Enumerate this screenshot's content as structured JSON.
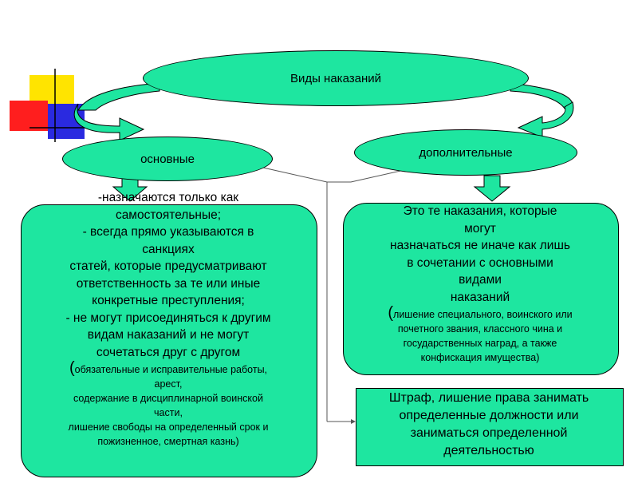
{
  "diagram": {
    "top_node": "Виды наказаний",
    "left_node": "основные",
    "right_node": "дополнительные",
    "left_box": {
      "lines": [
        "-назначаются только как",
        "самостоятельные;",
        "- всегда прямо указываются в",
        "санкциях",
        "статей, которые предусматривают",
        "ответственность за те или иные",
        "конкретные преступления;",
        "- не могут присоединяться к другим",
        "видам наказаний и не могут",
        "сочетаться друг с другом"
      ],
      "note_paren": "(",
      "note_lines": [
        "обязательные и исправительные работы,",
        "арест,",
        "содержание в дисциплинарной воинской",
        "части,",
        "лишение свободы на определенный срок и",
        "пожизненное, смертная казнь)"
      ]
    },
    "right_box": {
      "lines": [
        "Это те наказания, которые",
        "могут",
        "назначаться не иначе как лишь",
        "в сочетании с основными",
        "видами",
        "наказаний"
      ],
      "note_paren": "(",
      "note_lines": [
        "лишение специального, воинского или",
        "почетного звания, классного чина и",
        "государственных наград, а также",
        "конфискация имущества)"
      ]
    },
    "bottom_right_box": {
      "lines": [
        "Штраф, лишение права занимать",
        "определенные должности или",
        "заниматься определенной",
        "деятельностью"
      ]
    }
  },
  "colors": {
    "node_fill": "#1ee6a0",
    "deco_yellow": "#ffe400",
    "deco_red": "#ff1e1e",
    "deco_blue": "#2a2ae0",
    "deco_line": "#000000"
  }
}
